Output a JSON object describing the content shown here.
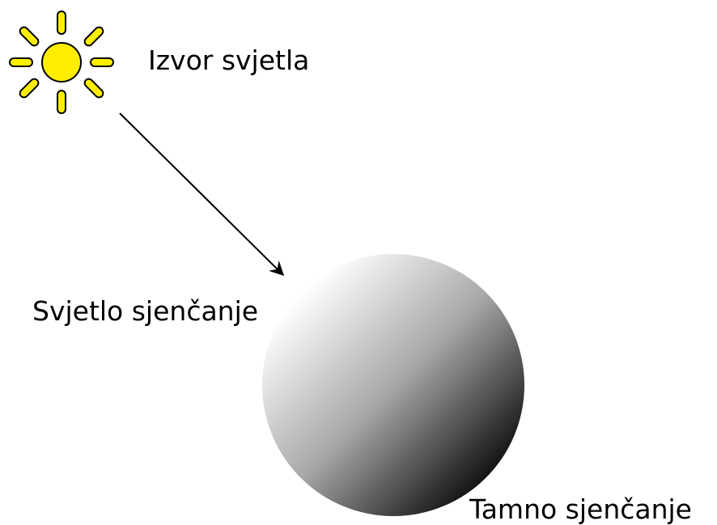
{
  "labels": {
    "light_source": "Izvor svjetla",
    "light_shading": "Svjetlo sjenčanje",
    "dark_shading": "Tamno sjenčanje"
  },
  "colors": {
    "sun_fill": "#ffee00",
    "sun_stroke": "#000000",
    "sphere_light": "#ffffff",
    "sphere_dark": "#000000",
    "arrow": "#000000",
    "background": "#ffffff"
  },
  "icons": {
    "sun": "sun-icon",
    "arrow": "arrow-icon",
    "sphere": "shaded-sphere"
  }
}
